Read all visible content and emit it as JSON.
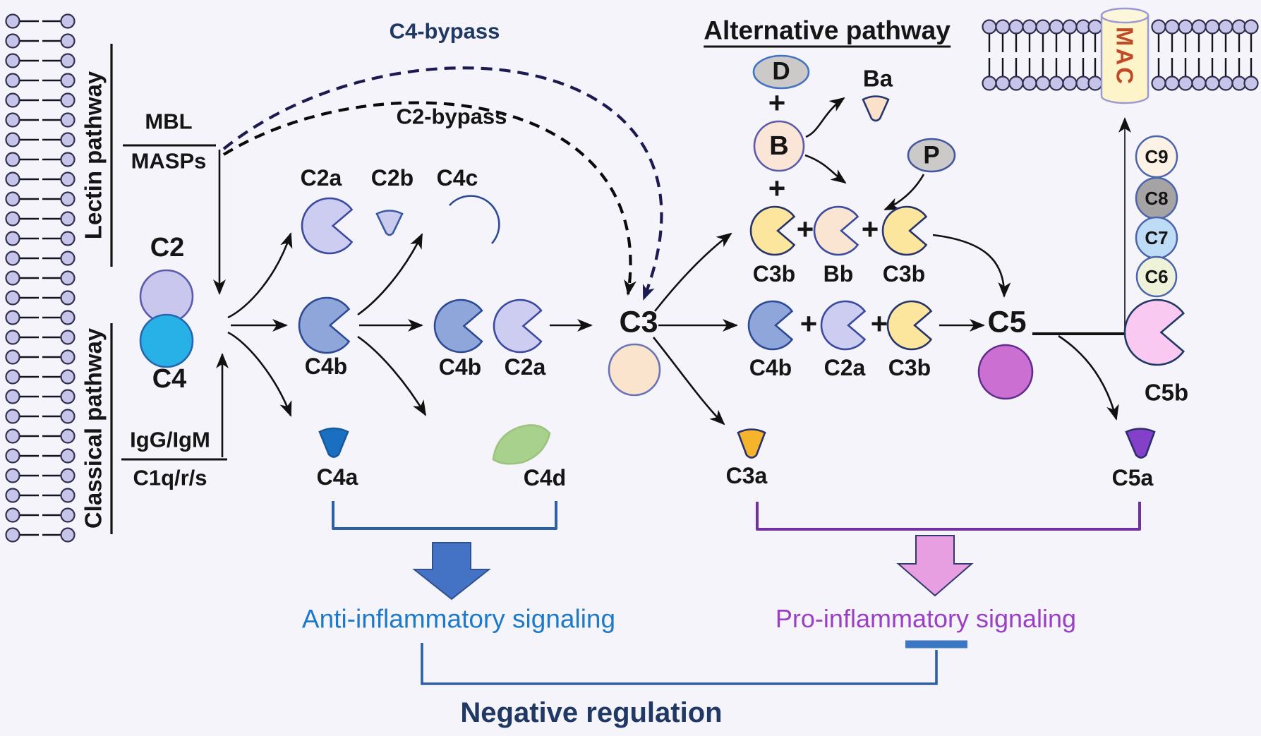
{
  "colors": {
    "background": "#f5f4fa",
    "membrane_head": "#c7c4ea",
    "lavender_c2a": "#cdcdf2",
    "blue_c4b": "#8ea6da",
    "yellow_c3b": "#fce69e",
    "peach_bb": "#fae5d3",
    "pink_c5b": "#f9c9f1",
    "c4_cyan": "#27b1e7",
    "c2_lavender": "#c9c7ee",
    "c3_peach": "#fbe4ce",
    "c5_orchid": "#cb70d2",
    "c4a_blue": "#1b6fc0",
    "c4d_green": "#a9d18e",
    "c3a_amber": "#f6b42d",
    "c5a_purple": "#8440c8",
    "gray_factor": "#cbcac9",
    "mac_fill": "#fdf4c9",
    "mac_text": "#c04a28",
    "anti_blue": "#1e7ac8",
    "pro_purple": "#9b3fc4",
    "navy_text": "#1f3864",
    "bracket_blue": "#2e5fa3",
    "bracket_purple": "#7030a0",
    "block_arrow_blue": "#4472c4",
    "block_arrow_pink": "#e79fe2"
  },
  "left": {
    "lectin": "Lectin pathway",
    "classical": "Classical pathway",
    "mbl": "MBL",
    "masps": "MASPs",
    "c2": "C2",
    "c4": "C4",
    "igg_igm": "IgG/IgM",
    "c1qrs": "C1q/r/s"
  },
  "bypass": {
    "c4": "C4-bypass",
    "c2": "C2-bypass"
  },
  "cascade": {
    "c2a": "C2a",
    "c2b": "C2b",
    "c4c": "C4c",
    "c4b": "C4b",
    "c3": "C3",
    "c4a": "C4a",
    "c4d": "C4d",
    "c3a": "C3a",
    "plus": "+"
  },
  "alternative": {
    "title": "Alternative pathway",
    "d": "D",
    "b": "B",
    "ba": "Ba",
    "p": "P",
    "c3b": "C3b",
    "bb": "Bb"
  },
  "terminal": {
    "c5": "C5",
    "c5a": "C5a",
    "c5b": "C5b",
    "mac": "MAC",
    "c6": "C6",
    "c7": "C7",
    "c8": "C8",
    "c9": "C9"
  },
  "signaling": {
    "anti": "Anti-inflammatory signaling",
    "pro": "Pro-inflammatory signaling",
    "negative": "Negative regulation"
  }
}
